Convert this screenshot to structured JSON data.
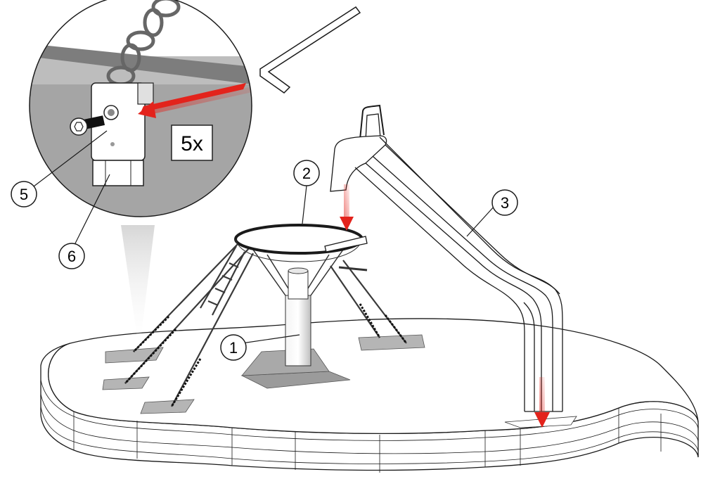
{
  "diagram": {
    "callouts": [
      {
        "id": "1",
        "label": "1"
      },
      {
        "id": "2",
        "label": "2"
      },
      {
        "id": "3",
        "label": "3"
      },
      {
        "id": "5",
        "label": "5"
      },
      {
        "id": "6",
        "label": "6"
      }
    ],
    "detail": {
      "multiplier": "5x"
    },
    "colors": {
      "arrow": "#e3231c",
      "line": "#1a1a1a",
      "shade": "#8f8f8f",
      "base": "#ffffff",
      "pad": "#b5b5b5"
    }
  }
}
